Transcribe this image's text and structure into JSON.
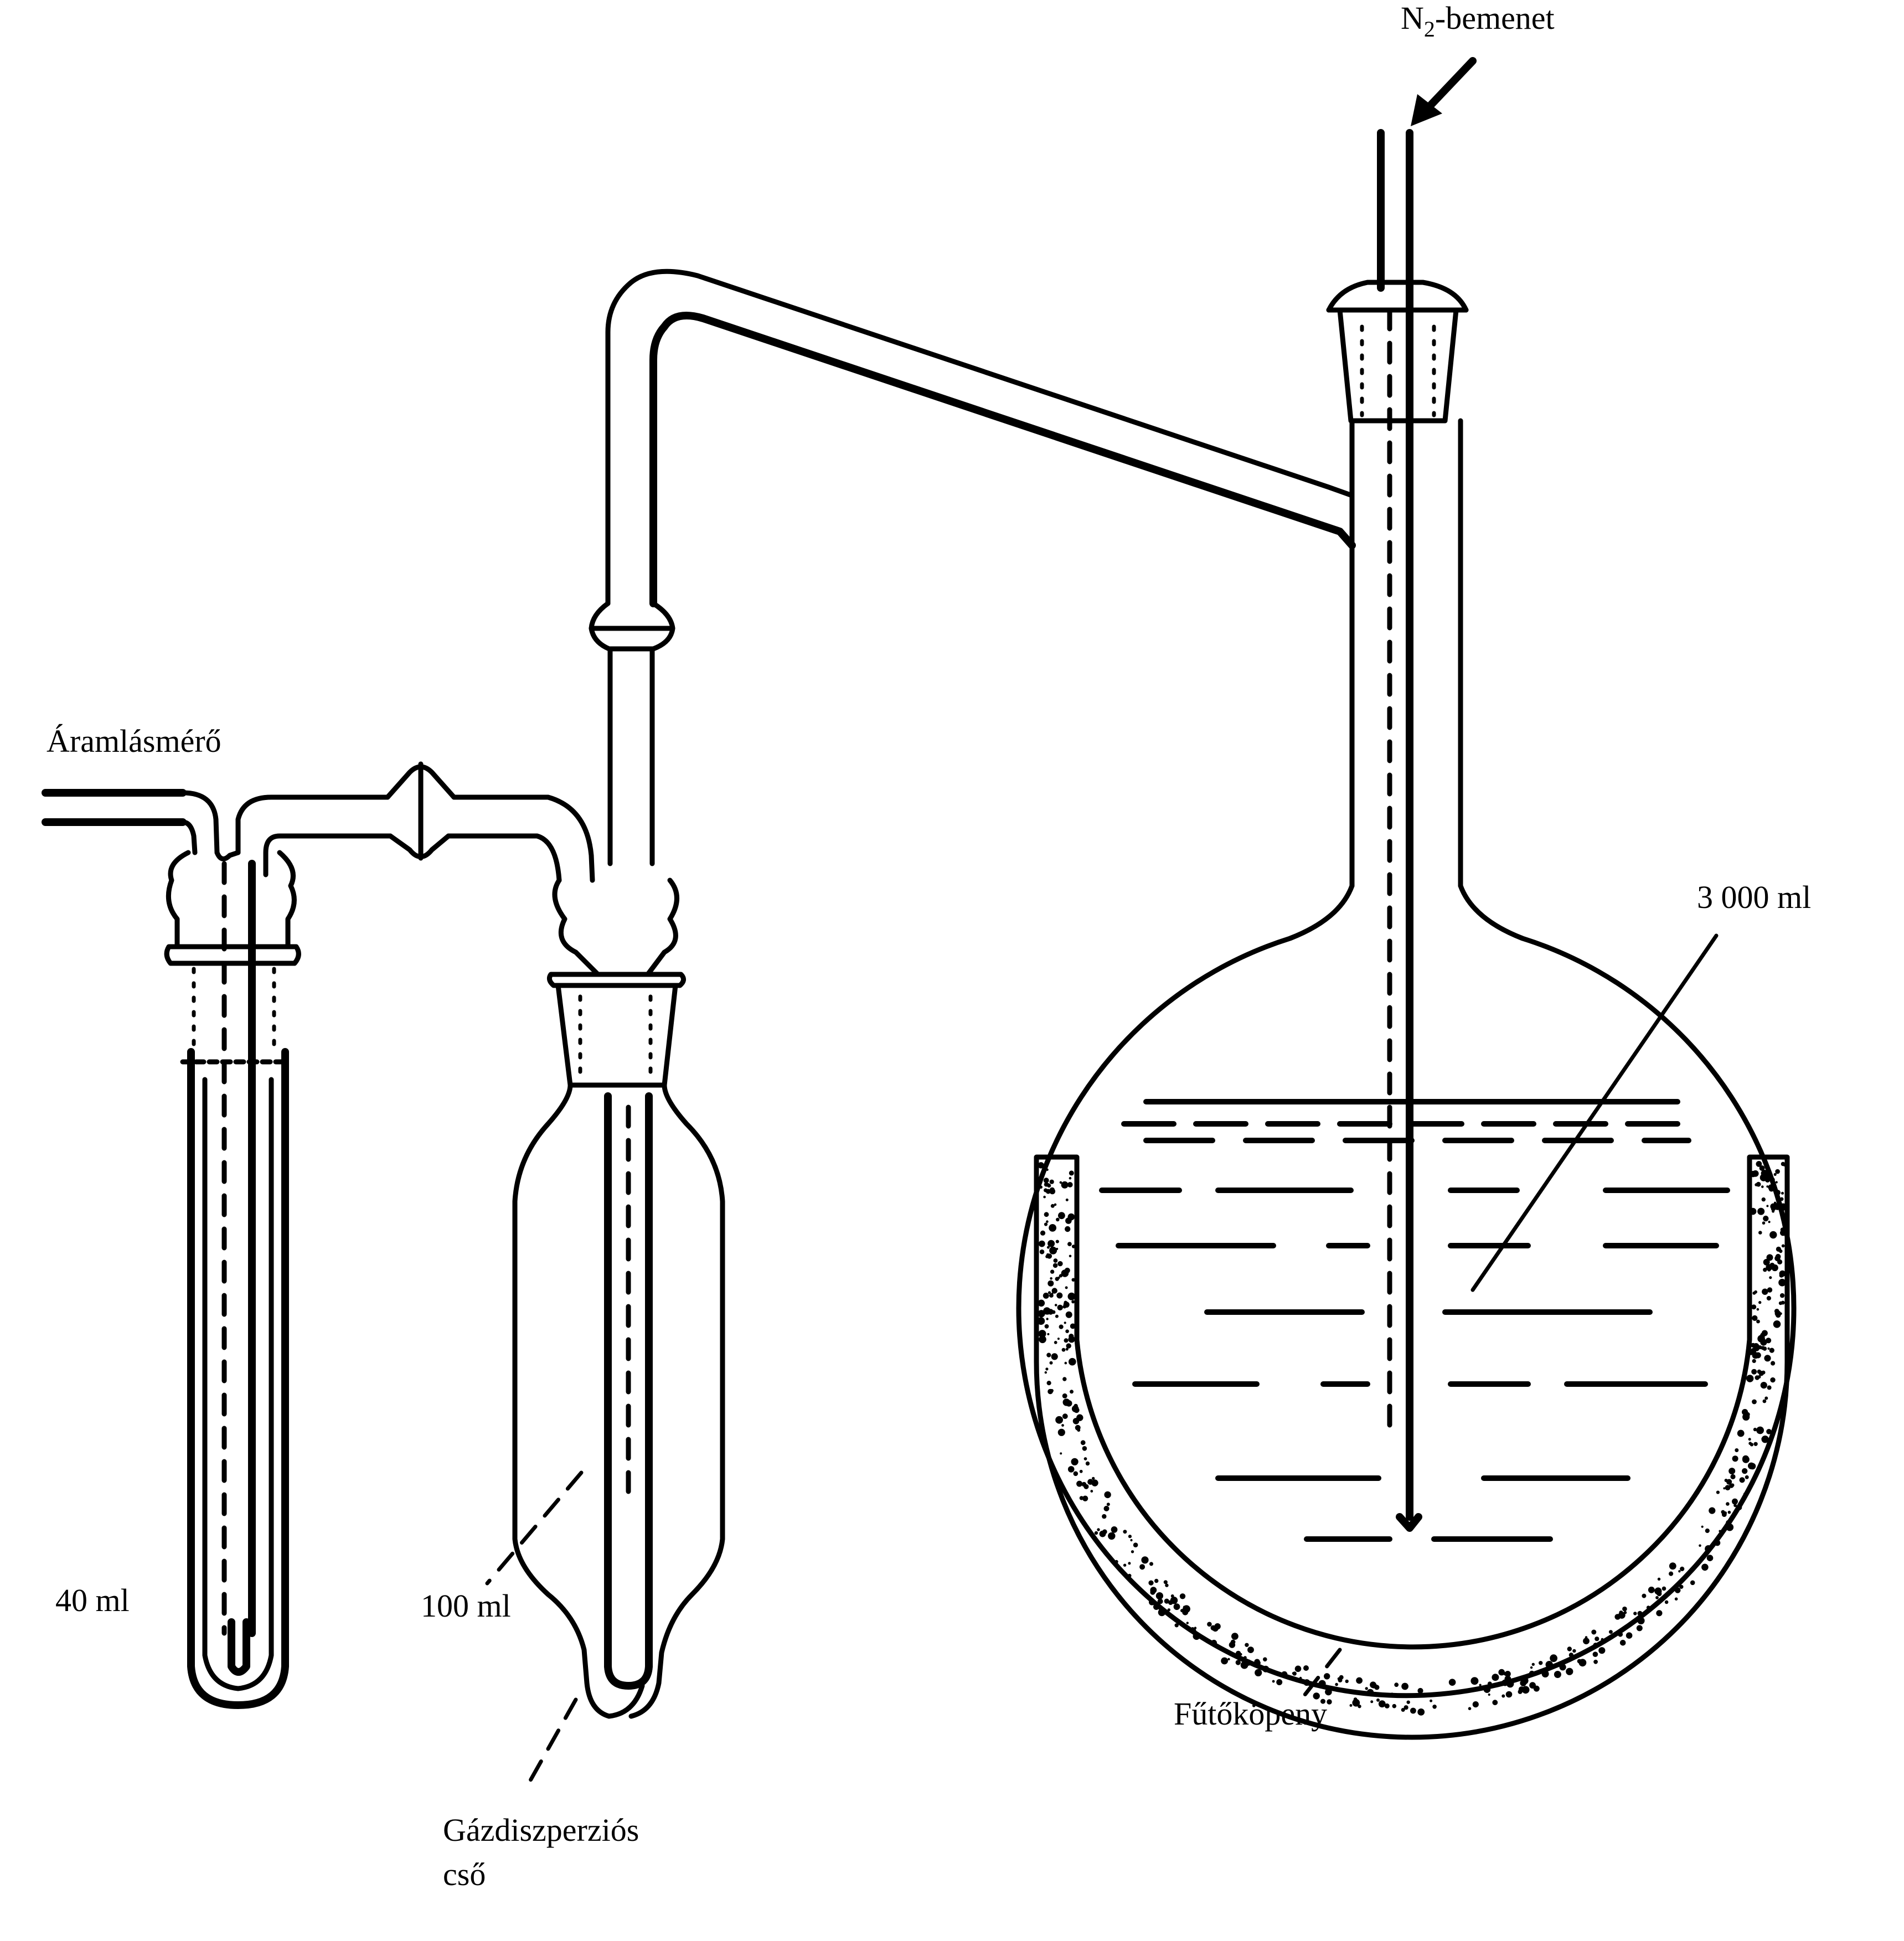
{
  "labels": {
    "n2_inlet_main": "N",
    "n2_inlet_sub": "2",
    "n2_inlet_rest": "-bemenet",
    "flowmeter": "Áramlásmérő",
    "volume_3000": "3 000 ml",
    "volume_40": "40 ml",
    "volume_100": "100 ml",
    "heating_mantle": "Fűtőköpeny",
    "gas_dispersion_line1": "Gázdiszperziós",
    "gas_dispersion_line2": "cső"
  }
}
